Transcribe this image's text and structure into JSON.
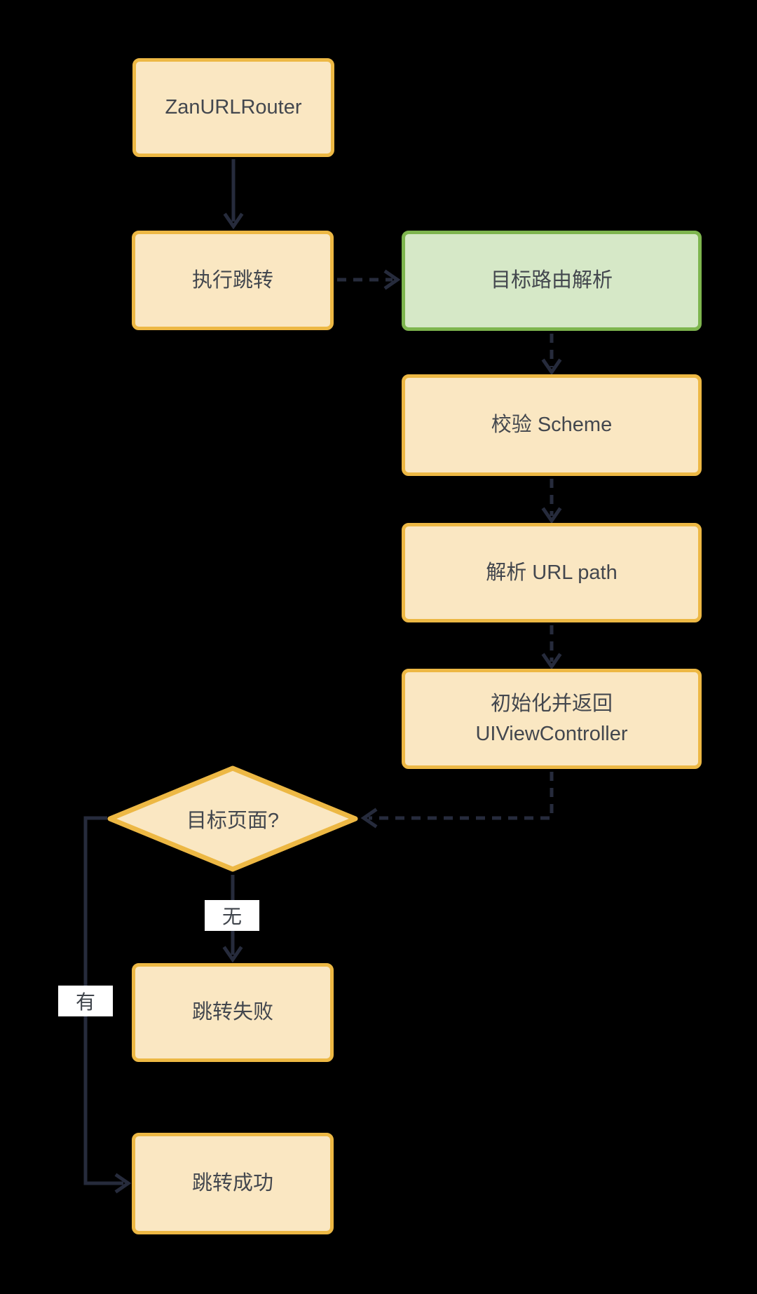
{
  "diagram": {
    "type": "flowchart",
    "nodes": [
      {
        "id": "zanurlrouter",
        "label": "ZanURLRouter",
        "shape": "process",
        "style": "yellow"
      },
      {
        "id": "execute-jump",
        "label": "执行跳转",
        "shape": "process",
        "style": "yellow"
      },
      {
        "id": "target-route-parse",
        "label": "目标路由解析",
        "shape": "process",
        "style": "green"
      },
      {
        "id": "validate-scheme",
        "label": "校验 Scheme",
        "shape": "process",
        "style": "yellow"
      },
      {
        "id": "parse-url-path",
        "label": "解析 URL path",
        "shape": "process",
        "style": "yellow"
      },
      {
        "id": "init-return-vc",
        "label": "初始化并返回\nUIViewController",
        "shape": "process",
        "style": "yellow"
      },
      {
        "id": "target-page",
        "label": "目标页面?",
        "shape": "decision",
        "style": "yellow"
      },
      {
        "id": "jump-fail",
        "label": "跳转失败",
        "shape": "process",
        "style": "yellow"
      },
      {
        "id": "jump-success",
        "label": "跳转成功",
        "shape": "process",
        "style": "yellow"
      }
    ],
    "edges": [
      {
        "from": "zanurlrouter",
        "to": "execute-jump",
        "style": "solid"
      },
      {
        "from": "execute-jump",
        "to": "target-route-parse",
        "style": "dashed"
      },
      {
        "from": "target-route-parse",
        "to": "validate-scheme",
        "style": "dashed"
      },
      {
        "from": "validate-scheme",
        "to": "parse-url-path",
        "style": "dashed"
      },
      {
        "from": "parse-url-path",
        "to": "init-return-vc",
        "style": "dashed"
      },
      {
        "from": "init-return-vc",
        "to": "target-page",
        "style": "dashed"
      },
      {
        "from": "target-page",
        "to": "jump-fail",
        "style": "solid",
        "label": "无"
      },
      {
        "from": "target-page",
        "to": "jump-success",
        "style": "solid",
        "label": "有"
      }
    ],
    "colors": {
      "background": "#000000",
      "process_fill": "#FAE7C2",
      "process_border": "#EDB844",
      "highlight_fill": "#D6E8C7",
      "highlight_border": "#7EB54E",
      "arrow": "#262B3C",
      "text": "#43474E",
      "edge_label_bg": "#FFFFFF"
    }
  }
}
